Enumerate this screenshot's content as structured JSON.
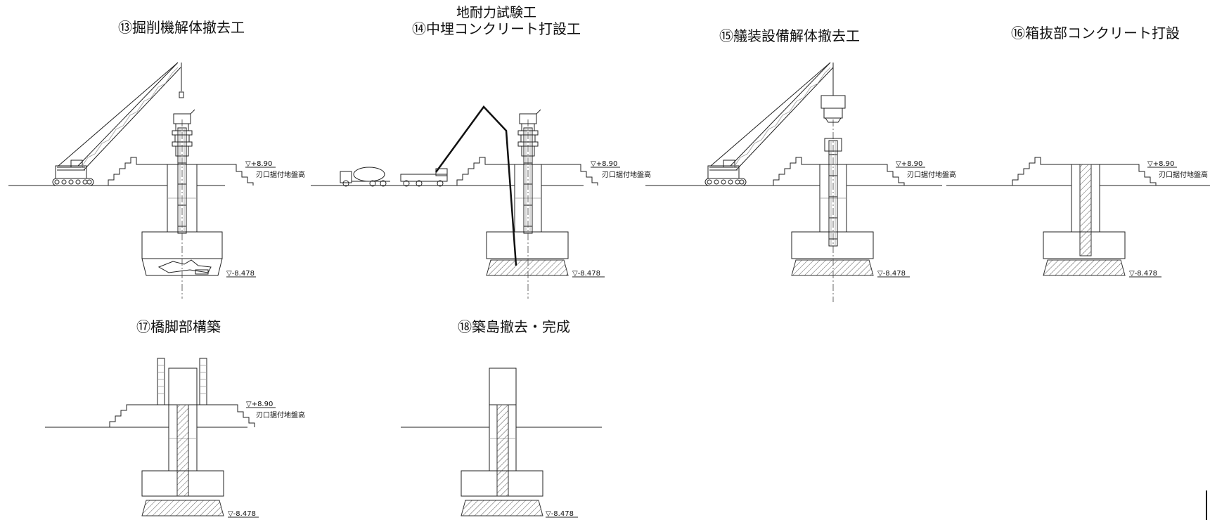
{
  "panels": [
    {
      "id": "p13",
      "title": "⑬掘削機解体撤去工",
      "level_top": "▽+8.90",
      "level_label": "刃口据付地盤高",
      "level_bottom": "▽-8.478"
    },
    {
      "id": "p14",
      "title_line1": "地耐力試験工",
      "title": "⑭中埋コンクリート打設工",
      "level_top": "▽+8.90",
      "level_label": "刃口据付地盤高",
      "level_bottom": "▽-8.478"
    },
    {
      "id": "p15",
      "title": "⑮艤装設備解体撤去工",
      "level_top": "▽+8.90",
      "level_label": "刃口据付地盤高",
      "level_bottom": "▽-8.478"
    },
    {
      "id": "p16",
      "title": "⑯箱抜部コンクリート打設",
      "level_top": "▽+8.90",
      "level_label": "刃口据付地盤高",
      "level_bottom": "▽-8.478"
    },
    {
      "id": "p17",
      "title": "⑰橋脚部構築",
      "level_top": "▽+8.90",
      "level_label": "刃口据付地盤高",
      "level_bottom": "▽-8.478"
    },
    {
      "id": "p18",
      "title": "⑱築島撤去・完成",
      "level_bottom": "▽-8.478"
    }
  ]
}
